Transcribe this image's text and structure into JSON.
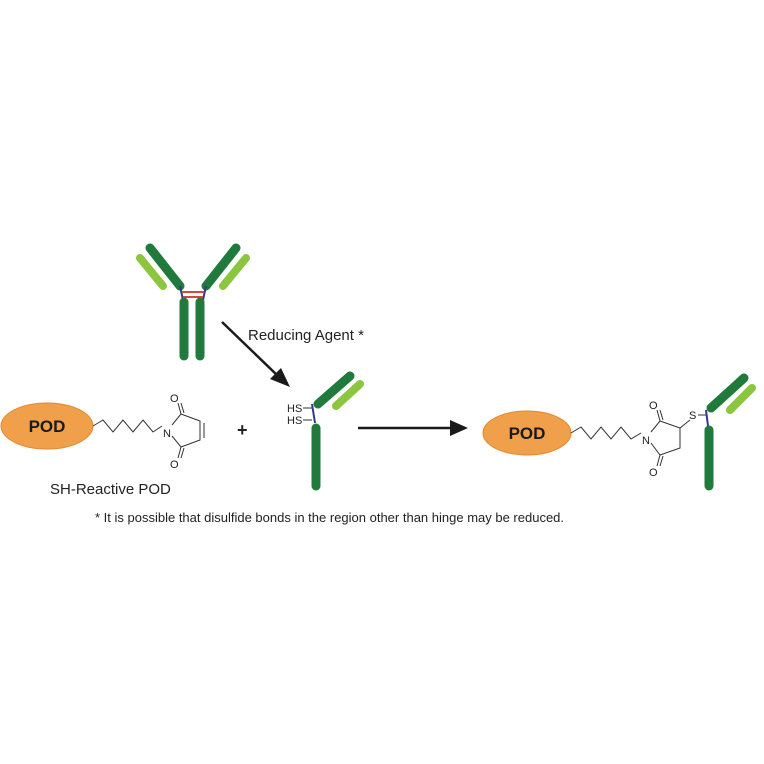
{
  "reagent": {
    "label": "SH-Reactive POD",
    "pod_label": "POD",
    "n_atom": "N",
    "o_atom": "O"
  },
  "reaction": {
    "reducing_label": "Reducing Agent *",
    "plus": "+",
    "hs_1": "HS",
    "hs_2": "HS"
  },
  "product": {
    "pod_label": "POD",
    "n_atom": "N",
    "o_atom": "O",
    "s_atom": "S"
  },
  "footnote": "* It is possible that disulfide bonds in the region other than hinge may be reduced.",
  "colors": {
    "heavy_chain": "#1f7a3c",
    "light_chain": "#8cc63f",
    "hinge_link": "#2e3a8c",
    "disulfide": "#d9453b",
    "pod_fill": "#f0a04b",
    "pod_edge": "#e2882d",
    "line": "#333333"
  }
}
